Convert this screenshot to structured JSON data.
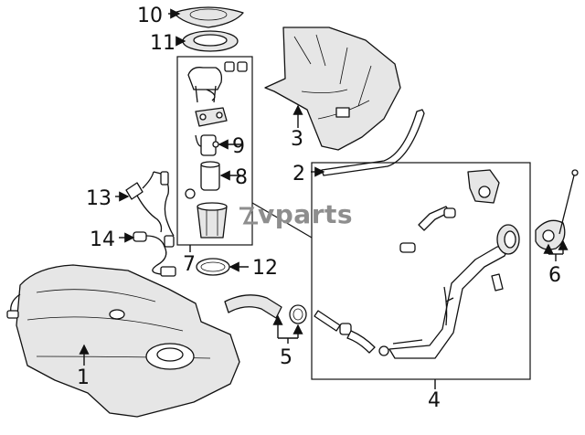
{
  "watermark": "vparts",
  "callouts": {
    "c1": "1",
    "c2": "2",
    "c3": "3",
    "c4": "4",
    "c5": "5",
    "c6": "6",
    "c7": "7",
    "c8": "8",
    "c9": "9",
    "c10": "10",
    "c11": "11",
    "c12": "12",
    "c13": "13",
    "c14": "14"
  },
  "colors": {
    "line": "#111111",
    "watermark": "#8e8e8e",
    "background": "#ffffff"
  }
}
